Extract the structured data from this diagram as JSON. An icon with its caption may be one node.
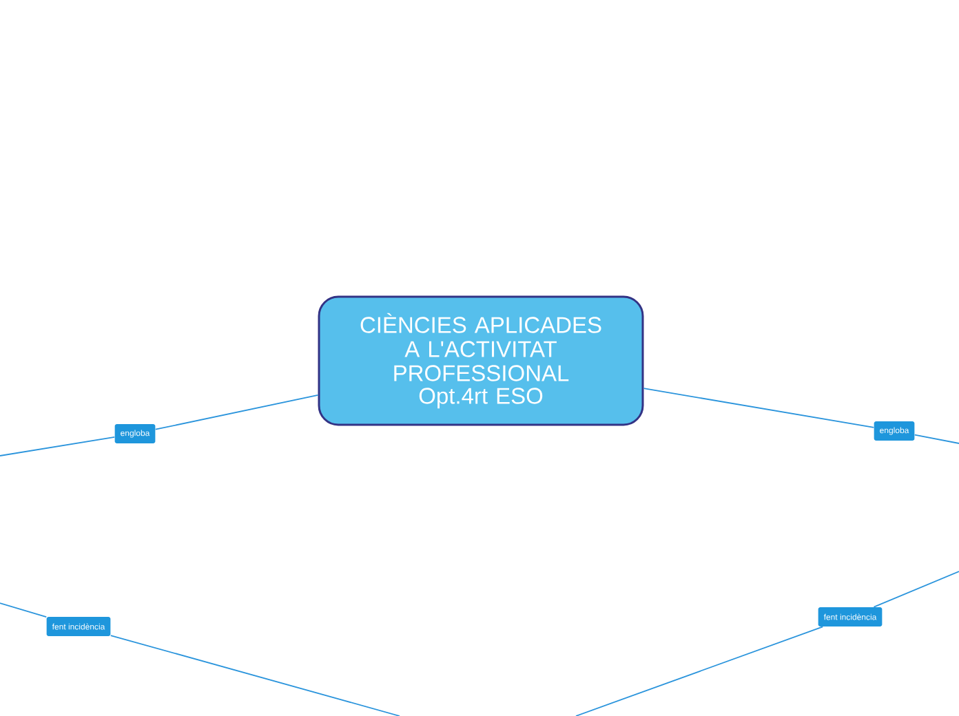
{
  "diagram": {
    "nodes": [
      {
        "text": [
          "CIÈNCIES APLICADES A L'ACTIVITAT PROFESSIONAL",
          "Opt.4rt ESO"
        ]
      },
      {
        "text": [
          "engloba"
        ]
      },
      {
        "text": [
          "engloba"
        ]
      },
      {
        "text": [
          "fent incidència"
        ]
      },
      {
        "text": [
          "fent incidència"
        ]
      }
    ],
    "edges": [
      {
        "from": 0,
        "to": 1,
        "arrow": "none"
      },
      {
        "from": 1,
        "to": null,
        "arrow": "none"
      },
      {
        "from": 0,
        "to": 2,
        "arrow": "none"
      },
      {
        "from": 2,
        "to": null,
        "arrow": "none"
      },
      {
        "from": null,
        "to": 3,
        "arrow": "none"
      },
      {
        "from": 3,
        "to": null,
        "arrow": "none"
      },
      {
        "from": null,
        "to": 4,
        "arrow": "none"
      },
      {
        "from": 4,
        "to": null,
        "arrow": "none"
      }
    ]
  }
}
